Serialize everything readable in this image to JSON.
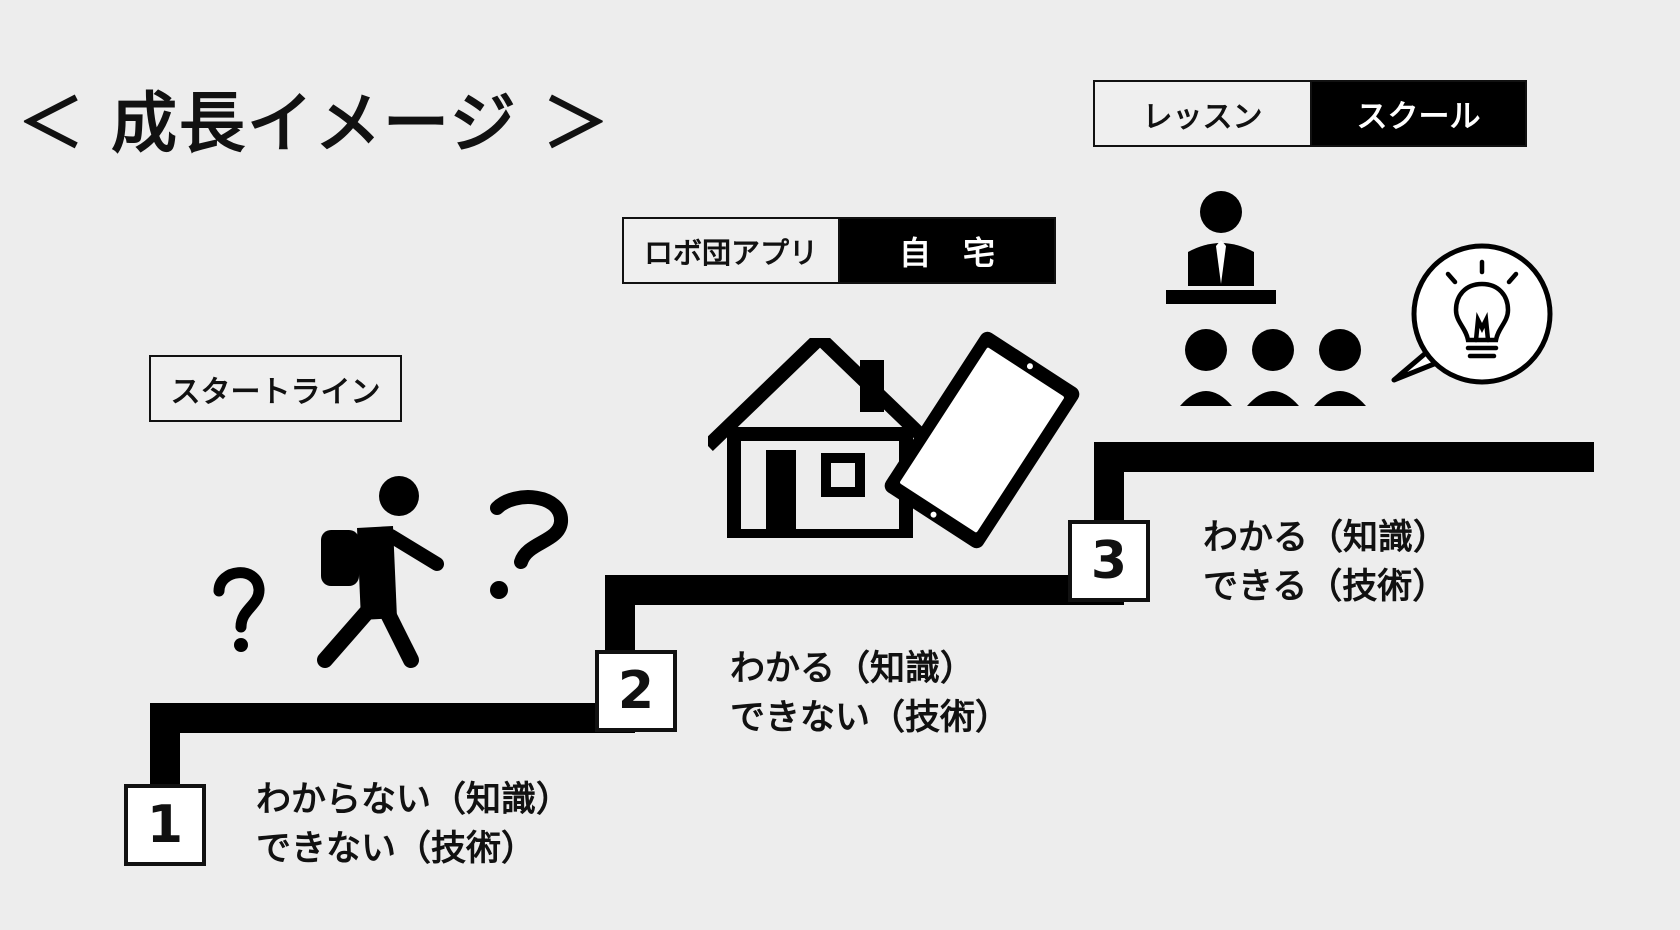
{
  "title": "＜ 成長イメージ ＞",
  "start_label": "スタートライン",
  "home_tag": {
    "left": "ロボ団アプリ",
    "right": "自　宅"
  },
  "school_tag": {
    "left": "レッスン",
    "right": "スクール"
  },
  "steps": [
    {
      "number": "1",
      "line1": "わからない（知識）",
      "line2": "できない（技術）"
    },
    {
      "number": "2",
      "line1": "わかる（知識）",
      "line2": "できない（技術）"
    },
    {
      "number": "3",
      "line1": "わかる（知識）",
      "line2": "できる（技術）"
    }
  ],
  "icons": {
    "step1": [
      "question-mark-icon",
      "walking-student-icon",
      "question-mark-icon"
    ],
    "step2": [
      "house-icon",
      "tablet-icon"
    ],
    "step3": [
      "teacher-icon",
      "students-icon",
      "lightbulb-speech-bubble-icon"
    ]
  },
  "colors": {
    "background": "#ededed",
    "ink": "#111111",
    "dark_cell": "#000000"
  }
}
